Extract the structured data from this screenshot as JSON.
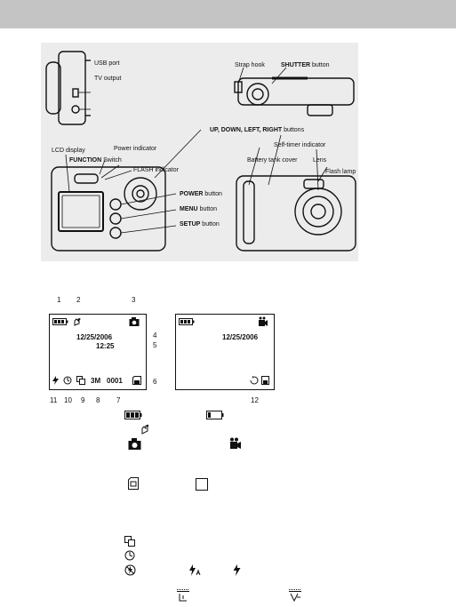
{
  "camera_labels": {
    "usb_port": "USB port",
    "tv_output": "TV output",
    "strap_hook": "Strap hook",
    "shutter": "SHUTTER",
    "shutter_suffix": "button",
    "directional": "UP, DOWN, LEFT, RIGHT",
    "directional_suffix": "buttons",
    "lcd_display": "LCD display",
    "power_indicator": "Power indicator",
    "function": "FUNCTION",
    "function_suffix": "Switch",
    "flash_indicator": "FLASH indicator",
    "self_timer_indicator": "Self-timer indicator",
    "battery_tank_cover": "Battery tank cover",
    "lens": "Lens",
    "flash_lamp": "Flash lamp",
    "power": "POWER",
    "power_suffix": "button",
    "menu": "MENU",
    "menu_suffix": "button",
    "setup": "SETUP",
    "setup_suffix": "button"
  },
  "callouts": {
    "n1": "1",
    "n2": "2",
    "n3": "3",
    "n4": "4",
    "n5": "5",
    "n6": "6",
    "n7": "7",
    "n8": "8",
    "n9": "9",
    "n10": "10",
    "n11": "11",
    "n12": "12"
  },
  "screen_photo": {
    "date": "12/25/2006",
    "time": "12:25",
    "resolution": "3M",
    "counter": "0001"
  },
  "screen_video": {
    "date": "12/25/2006"
  },
  "legend_icons": [
    "battery-full",
    "battery-low",
    "hand-shake",
    "camera-mode",
    "video-mode",
    "memory-card",
    "internal-memory",
    "continuous-shot",
    "self-timer",
    "flash-off",
    "flash-auto",
    "flash-on",
    "white-balance-a",
    "white-balance-b"
  ]
}
